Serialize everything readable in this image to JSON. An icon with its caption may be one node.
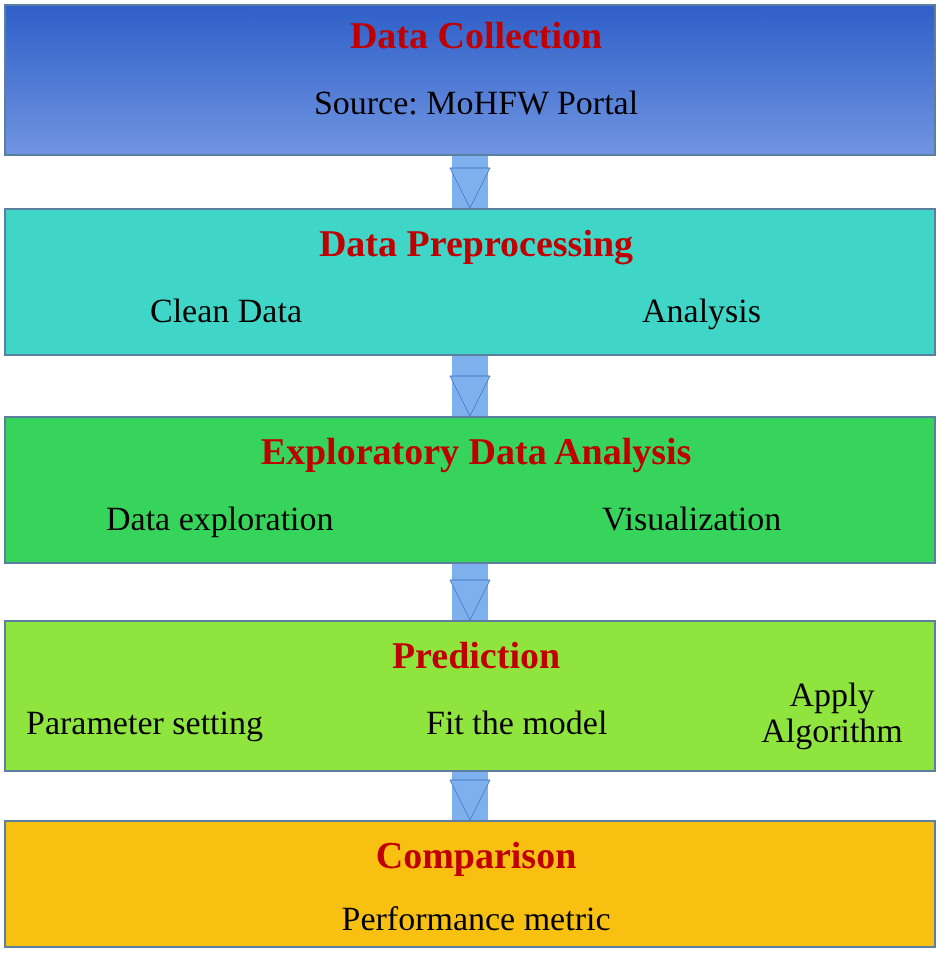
{
  "diagram": {
    "nodes": [
      {
        "text": [
          "Data Collection",
          "Source: MoHFW Portal"
        ]
      },
      {
        "text": [
          "Data Preprocessing",
          "Clean Data",
          "Analysis"
        ]
      },
      {
        "text": [
          "Exploratory Data Analysis",
          "Data exploration",
          "Visualization"
        ]
      },
      {
        "text": [
          "Prediction",
          "Parameter setting",
          "Fit the model",
          "Apply Algorithm"
        ]
      },
      {
        "text": [
          "Comparison",
          "Performance metric"
        ]
      }
    ],
    "edges": [
      {
        "from": 0,
        "to": 1,
        "arrow": "to"
      },
      {
        "from": 1,
        "to": 2,
        "arrow": "to"
      },
      {
        "from": 2,
        "to": 3,
        "arrow": "to"
      },
      {
        "from": 3,
        "to": 4,
        "arrow": "to"
      }
    ]
  }
}
